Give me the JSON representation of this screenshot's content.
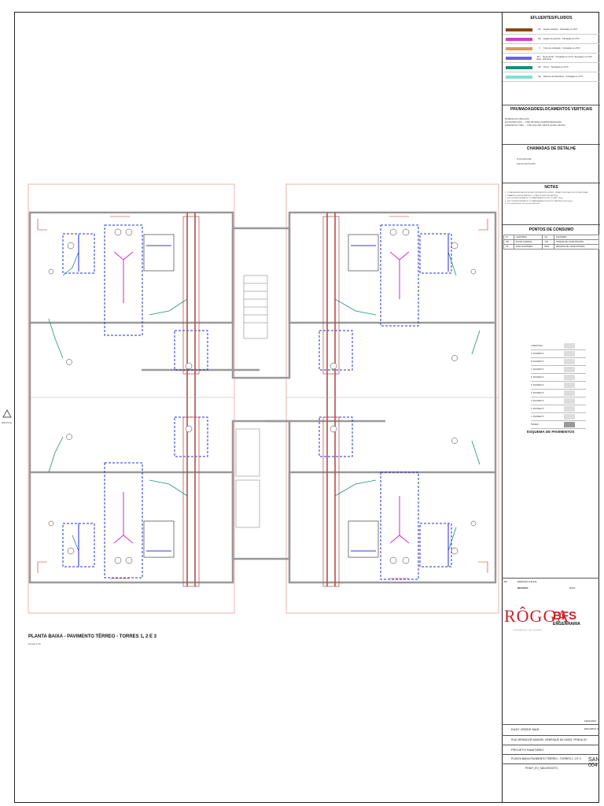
{
  "legend": {
    "effluents_title": "EFLUENTES/FLUIDOS",
    "effluents": [
      {
        "code": "ES",
        "label": "Esgoto sanitário - Tubulação em PVC",
        "color": "#8b4513"
      },
      {
        "code": "EG",
        "label": "Esgoto de gordura - Tubulação em PVC",
        "color": "#d23ccd"
      },
      {
        "code": "V",
        "label": "Tubo de ventilação - Tubulação em PVC",
        "color": "#d99a5a"
      },
      {
        "code": "AP / AF/E",
        "label": "Água pluvial - Tubulação em PVC / Drenagem em PVC perfurada",
        "color": "#6666e0"
      },
      {
        "code": "DR",
        "label": "Dreno - Tubulação em PVC",
        "color": "#1a8f7a"
      },
      {
        "code": "SE",
        "label": "Efluente da lavanderia - Tubulação em PVC",
        "color": "#7fe0d0"
      }
    ],
    "prumadas_title": "PRUMADAS/DESLOCAMENTOS VERTICAIS",
    "prumadas_labels": [
      "MATERIAL DA TUBULAÇÃO",
      "EFLUENTE/FLUIDO",
      "DIÂMETRO DO TUBO",
      "TUBO PRUMADA (SUBINDO/DESCENDO)",
      "TUBO QUE VEM / DESCE (ACIMA / ABAIXO)"
    ],
    "chamadas_title": "CHAMADAS DE DETALHE",
    "chamadas_labels": [
      "Nº DO DETALHE",
      "FOLHA A DE PLANTA"
    ],
    "notas_title": "NOTAS",
    "notas": [
      "1 - TODAS AS MEDIDAS ESTÃO EM CENTÍMETROS, EXCETO QUANDO INDICADO DE OUTRA FORMA",
      "2 - DIÂMETROS EM MILÍMETROS, COTAS DE NÍVEL EM METROS",
      "3 - DECLIVIDADE MÍNIMA DE 2% PARA RAMAIS DE ESGOTO ATÉ 75mm",
      "4 - DECLIVIDADE MÍNIMA DE 1% PARA RAMAIS DE ESGOTO MAIORES QUE 100mm",
      "5 - ver especificações em memorial descritivo"
    ],
    "pontos_title": "PONTOS DE CONSUMO",
    "pontos": [
      [
        "LV",
        "LAVATÓRIO",
        "CH",
        "CHUVEIRO"
      ],
      [
        "PIA",
        "PIA DE COZINHA",
        "TLR",
        "TANQUE DE LAVAR ROUPAS"
      ],
      [
        "VS",
        "VASO SANITÁRIO",
        "MLR",
        "MÁQUINA DE LAVAR ROUPAS"
      ]
    ],
    "esquema_title": "ESQUEMA DE PAVIMENTOS",
    "pavimentos": [
      "COBERTURA",
      "9º PAVIMENTO",
      "8º PAVIMENTO",
      "7º PAVIMENTO",
      "6º PAVIMENTO",
      "5º PAVIMENTO",
      "4º PAVIMENTO",
      "3º PAVIMENTO",
      "2º PAVIMENTO",
      "1º PAVIMENTO",
      "TÉRREO"
    ]
  },
  "plan": {
    "title": "PLANTA BAIXA - PAVIMENTO TÉRREO - TORRES 1, 2 E 3",
    "scale": "Escala 1:50"
  },
  "title_block": {
    "revision_header": "REVISÃO",
    "revision_no": "R0",
    "revision_date": "DATA",
    "revision_desc": "EMISSÃO INICIAL",
    "company": "RÔGGA",
    "company_sub": "Rua Rodolfo Hass, 150 - Joinville/SC",
    "engineering": "BFS",
    "engineering_sub": "ENGENHARIA",
    "project": "EASY VERDE MAR",
    "address": "RUA VEREADOR MANOEL HENRIQUE DE ASSIS, PENHA-SC",
    "discipline": "PROJETO SANITÁRIO",
    "sheet_title": "PLANTA BAIXA PAVIMENTO TÉRREO - TORRES 1, 2 E 3",
    "file": "PH627_EV_SAN-ESGOTO",
    "date": "19/01/2024",
    "author": "EDUARDO C.",
    "sheet_code": "SAN",
    "sheet_number": "004",
    "total": "2"
  },
  "side": {
    "recycle": "RECICLE"
  }
}
